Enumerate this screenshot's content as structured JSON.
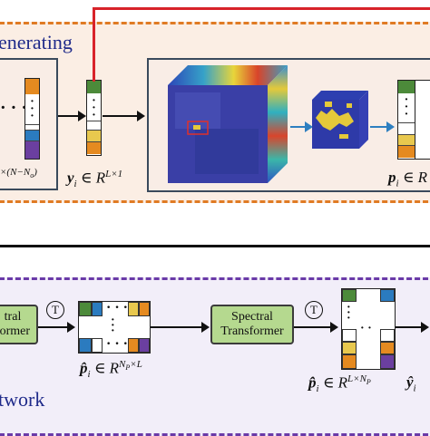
{
  "generating": {
    "title": "enerating",
    "input_label_fragment": "×(N−N",
    "input_label_sub": "o",
    "input_label_close": ")",
    "y_eq_main": "y",
    "y_eq_sub": "i",
    "y_eq_rest": " ∈ R",
    "y_eq_sup": "L×1",
    "p_eq_main": "p",
    "p_eq_sub": "i",
    "p_eq_rest": " ∈ R"
  },
  "network": {
    "title": "twork",
    "transformer1_line1": "tral",
    "transformer1_line2": "former",
    "transformer2_line1": "Spectral",
    "transformer2_line2": "Transformer",
    "t_symbol": "T",
    "phat_eq_main": "p̂",
    "phat_eq_sub": "i",
    "phat_eq_rest": " ∈ R",
    "phat_eq_sup": "N",
    "phat_eq_sup_sub": "P",
    "phat_eq_sup_rest": "×L",
    "phat2_eq_main": "p̂̂",
    "phat2_eq_sub": "i",
    "phat2_eq_rest": " ∈ R",
    "phat2_eq_sup": "L×N",
    "phat2_eq_sup_sub": "P",
    "yhat_eq_main": "ŷ",
    "yhat_eq_sub": "i"
  },
  "colors": {
    "orange_dash": "#e07b24",
    "purple_dash": "#6a3aa8",
    "red_line": "#d8232a",
    "blue_arrow": "#2e7fc0",
    "transformer_green": "#b5d98f",
    "title_blue": "#1f2a8a"
  },
  "icons": [
    "arrow-right-icon",
    "cube-icon",
    "circled-t-icon"
  ]
}
